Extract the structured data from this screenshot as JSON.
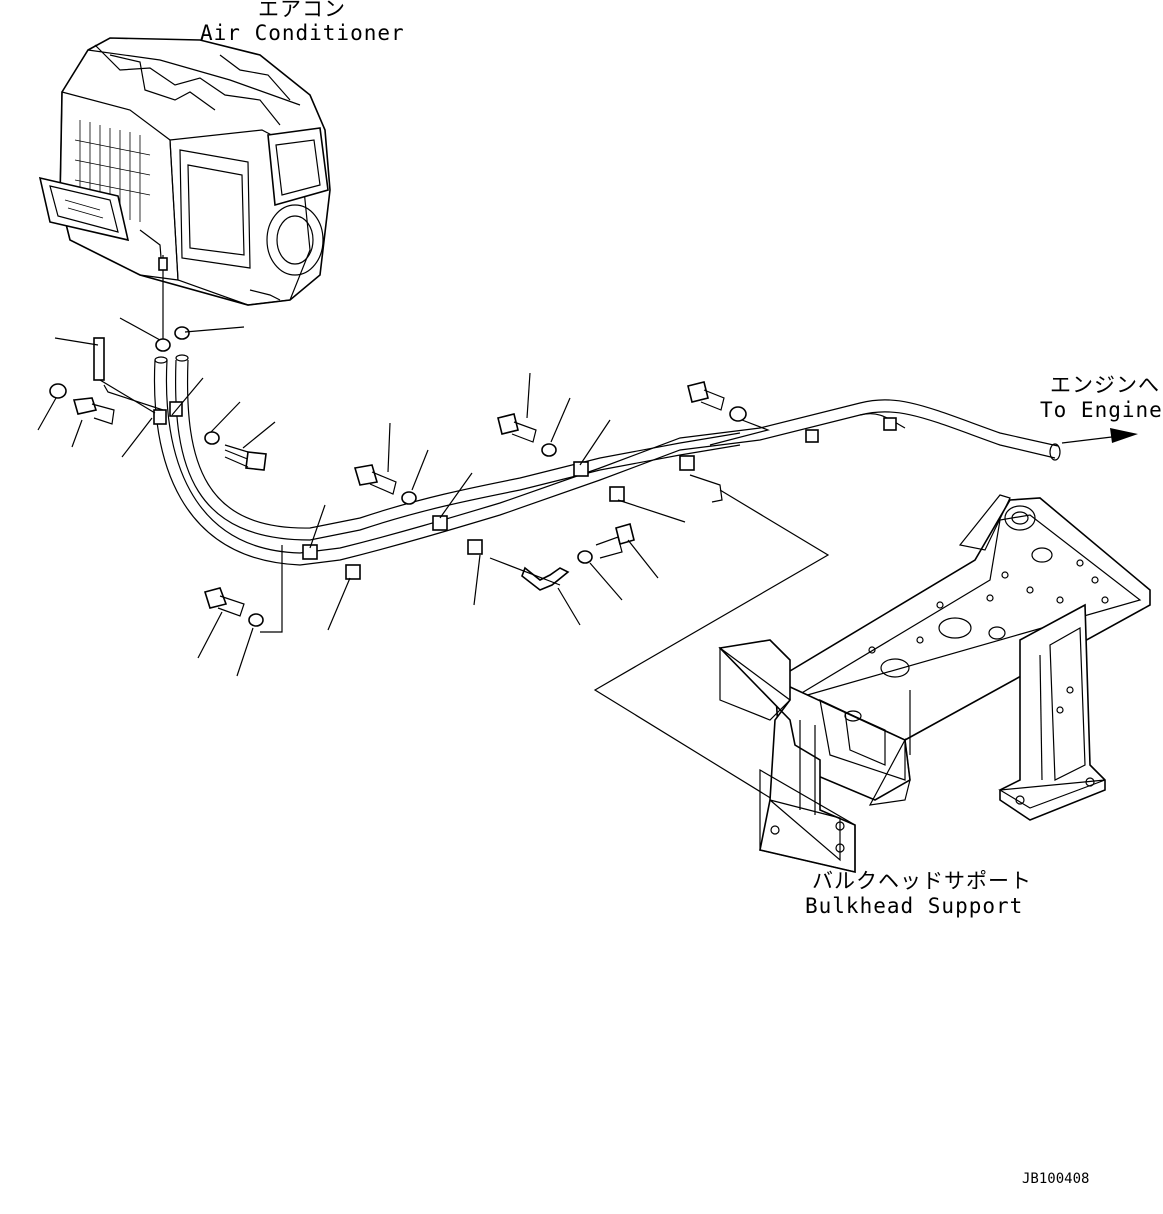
{
  "labels": {
    "air_conditioner_jp": "エアコン",
    "air_conditioner_en": "Air Conditioner",
    "to_engine_jp": "エンジンへ",
    "to_engine_en": "To Engine",
    "bulkhead_jp": "バルクヘッドサポート",
    "bulkhead_en": "Bulkhead Support",
    "drawing_code": "JB100408"
  },
  "icons": [
    "arrow-right-icon"
  ],
  "colors": {
    "ink": "#000000",
    "paper": "#ffffff"
  }
}
